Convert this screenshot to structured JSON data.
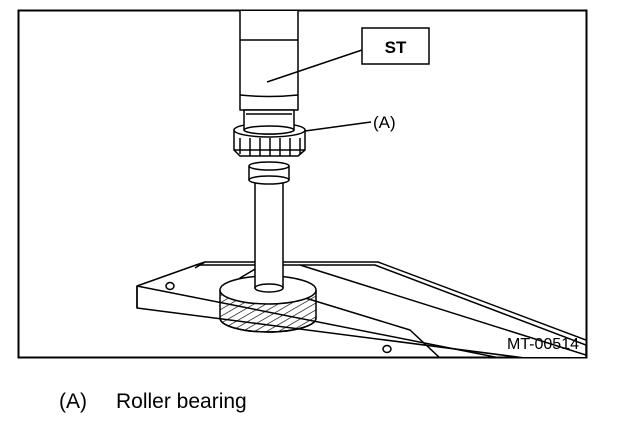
{
  "figure": {
    "tool_label": "ST",
    "part_label": "(A)",
    "figure_code": "MT-00514"
  },
  "legend": {
    "key": "(A)",
    "description": "Roller bearing"
  },
  "colors": {
    "ink": "#000000",
    "paper": "#ffffff"
  }
}
